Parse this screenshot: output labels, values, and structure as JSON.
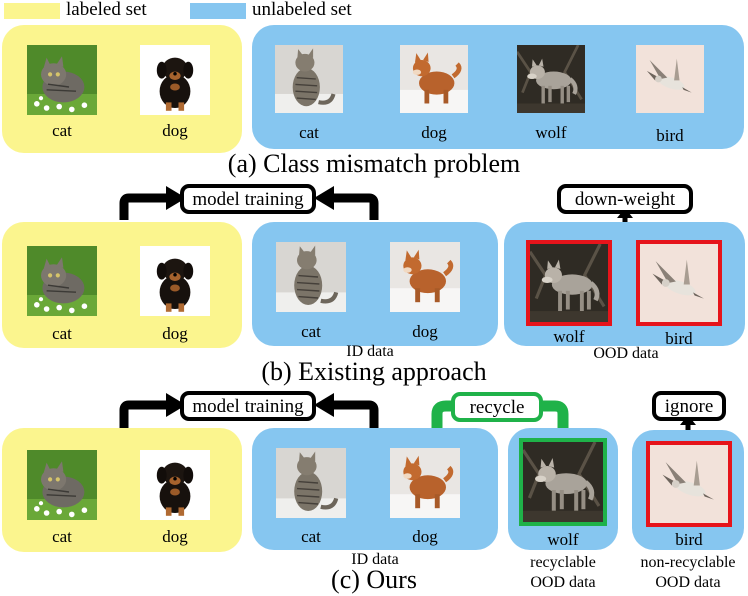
{
  "legend": {
    "labeled": "labeled set",
    "unlabeled": "unlabeled set",
    "labeled_color": "#fbf58e",
    "unlabeled_color": "#86c6f0"
  },
  "colors": {
    "ood_frame": "#e6141b",
    "recycle": "#1fb249",
    "arrow": "#000000"
  },
  "section_a": {
    "caption": "(a) Class mismatch problem",
    "labeled": [
      "cat",
      "dog"
    ],
    "unlabeled": [
      "cat",
      "dog",
      "wolf",
      "bird"
    ]
  },
  "section_b": {
    "caption": "(b) Existing approach",
    "training_box": "model training",
    "downweight_box": "down-weight",
    "labeled": [
      "cat",
      "dog"
    ],
    "id": [
      "cat",
      "dog"
    ],
    "ood": [
      "wolf",
      "bird"
    ],
    "id_caption": "ID data",
    "ood_caption": "OOD data"
  },
  "section_c": {
    "caption": "(c) Ours",
    "training_box": "model training",
    "recycle_box": "recycle",
    "ignore_box": "ignore",
    "labeled": [
      "cat",
      "dog"
    ],
    "id": [
      "cat",
      "dog"
    ],
    "id_caption": "ID data",
    "recyclable": "wolf",
    "recyclable_line1": "recyclable",
    "recyclable_line2": "OOD data",
    "nonrecyclable": "bird",
    "nonrecyclable_line1": "non-recyclable",
    "nonrecyclable_line2": "OOD data"
  }
}
